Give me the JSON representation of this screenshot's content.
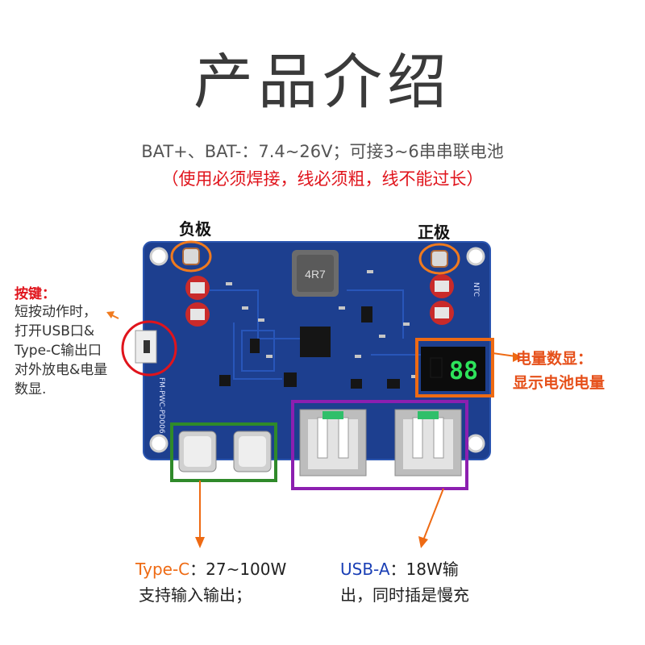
{
  "title": "产品介绍",
  "spec_line": "BAT+、BAT-：7.4~26V；可接3~6串串联电池",
  "warning_line": "（使用必须焊接，线必须粗，线不能过长）",
  "negative_label": "负极",
  "positive_label": "正极",
  "button_callout": {
    "heading": "按键：",
    "lines": [
      "短按动作时，",
      "打开USB口&",
      "Type-C输出口",
      "对外放电&电量",
      "数显."
    ]
  },
  "display_callout": {
    "line1": "电量数显：",
    "line2": "显示电池电量"
  },
  "typec_callout": {
    "name": "Type-C",
    "power": "：27~100W",
    "desc": "支持输入输出；"
  },
  "usba_callout": {
    "name": "USB-A",
    "power": "：18W输",
    "desc": "出，同时插是慢充"
  },
  "board": {
    "inductor_marking": "4R7",
    "display_digits": "88",
    "ntc_label": "NTC",
    "silk_text": "FM-PWC-PD006"
  },
  "colors": {
    "pcb": "#1d3f8f",
    "negative_ring": "#f07a1e",
    "button_ring": "#e0141c",
    "display_box": "#ee6a13",
    "typec_box": "#2f8a2a",
    "usba_box": "#8c1fb0"
  }
}
